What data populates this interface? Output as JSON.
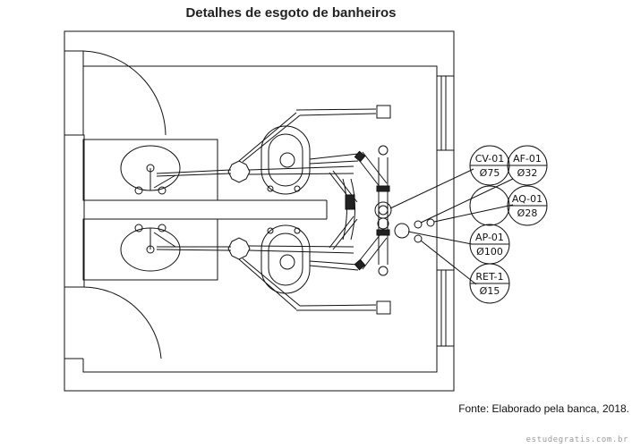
{
  "title": "Detalhes de esgoto de banheiros",
  "source": "Fonte: Elaborado pela banca, 2018.",
  "watermark": "estudegratis.com.br",
  "tags": {
    "cv01": {
      "code": "CV-01",
      "size": "Ø75"
    },
    "af01": {
      "code": "AF-01",
      "size": "Ø32"
    },
    "aq01": {
      "code": "AQ-01",
      "size": "Ø28"
    },
    "ap01": {
      "code": "AP-01",
      "size": "Ø100"
    },
    "ret1": {
      "code": "RET-1",
      "size": "Ø15"
    }
  }
}
